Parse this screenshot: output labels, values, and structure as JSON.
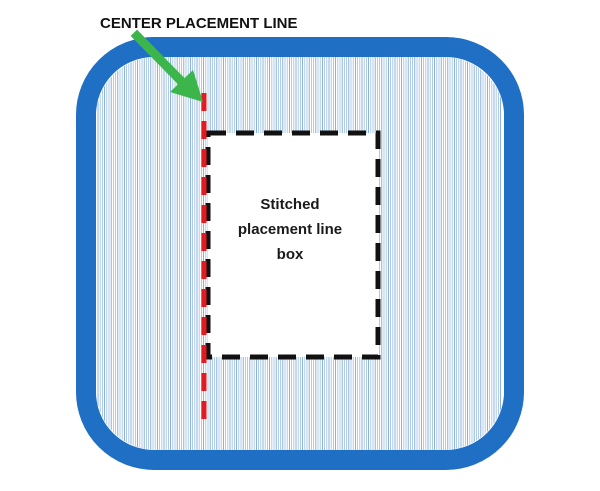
{
  "callout": {
    "label": "CENTER PLACEMENT LINE"
  },
  "box": {
    "line1": "Stitched",
    "line2": "placement line",
    "line3": "box"
  },
  "colors": {
    "frame": "#1f6fc5",
    "stitch_fill": "#3d7fc8",
    "center_line": "#e01b24",
    "box_outline": "#111111",
    "arrow": "#3cb54a"
  },
  "icons": {
    "arrow": "arrow-down-right-icon"
  }
}
